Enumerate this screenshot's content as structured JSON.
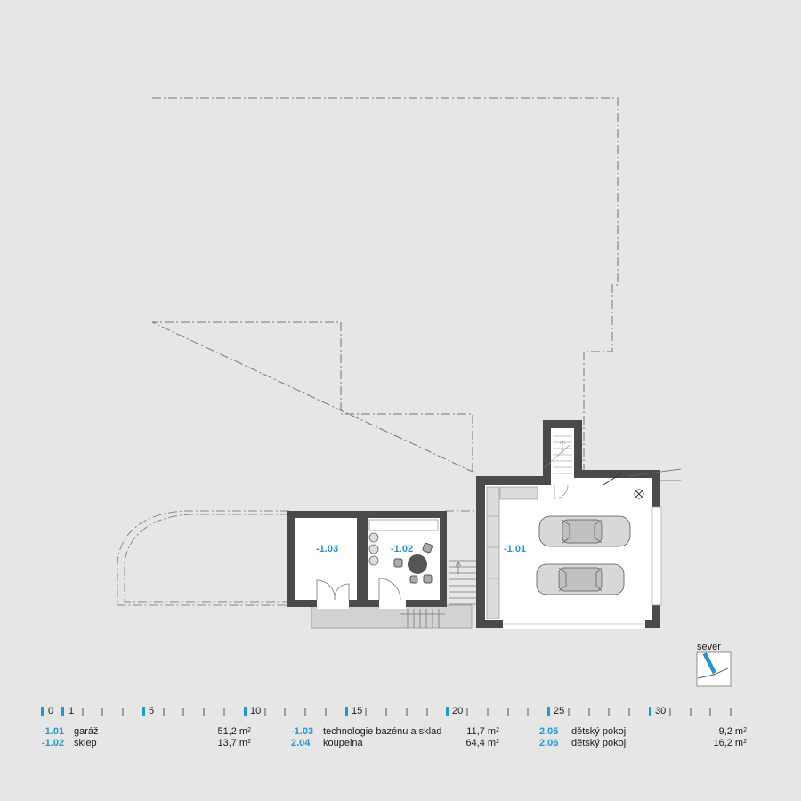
{
  "rooms_on_plan": [
    {
      "id": "-1.03"
    },
    {
      "id": "-1.02"
    },
    {
      "id": "-1.01"
    }
  ],
  "north_label": "sever",
  "scale_bar": {
    "labels": [
      "0",
      "1",
      "5",
      "10",
      "15",
      "20",
      "25",
      "30"
    ],
    "unit": "m"
  },
  "legend": [
    {
      "num": "-1.01",
      "name": "garáž",
      "area": "51,2 m",
      "sup": "2"
    },
    {
      "num": "-1.02",
      "name": "sklep",
      "area": "13,7 m",
      "sup": "2"
    },
    {
      "num": "-1.03",
      "name": "technologie bazénu a sklad",
      "area": "11,7 m",
      "sup": "2"
    },
    {
      "num": "2.04",
      "name": "koupelna",
      "area": "64,4 m",
      "sup": "2"
    },
    {
      "num": "2.05",
      "name": "dětský pokoj",
      "area": "9,2 m",
      "sup": "2"
    },
    {
      "num": "2.06",
      "name": "dětský pokoj",
      "area": "16,2 m",
      "sup": "2"
    }
  ],
  "colors": {
    "accent": "#1a9ad6",
    "wall": "#4a4a4a",
    "background": "#e6e6e6"
  }
}
